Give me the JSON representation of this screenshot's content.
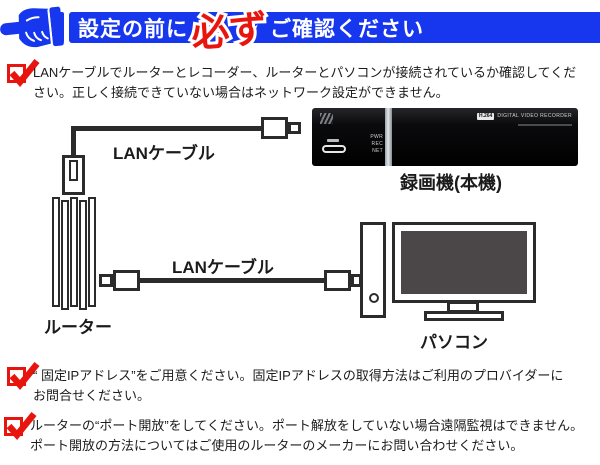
{
  "header": {
    "title_prefix": "設定の前に",
    "title_emphasis": "必ず",
    "title_suffix": "ご確認ください",
    "banner_color": "#1737ef",
    "emphasis_color": "#e8150f"
  },
  "checklist": [
    {
      "line1": "LANケーブルでルーターとレコーダー、ルーターとパソコンが接続されているか確認してくだ",
      "line2": "さい。正しく接続できていない場合はネットワーク設定ができません。"
    },
    {
      "line1": "“ 固定IPアドレス”をご用意ください。固定IPアドレスの取得方法はご利用のプロバイダーに",
      "line2": "お問合せください。"
    },
    {
      "line1": "ルーターの“ポート開放”をしてください。ポート解放をしていない場合遠隔監視はできません。",
      "line2": "ポート開放の方法についてはご使用のルーターのメーカーにお問い合わせください。"
    }
  ],
  "diagram": {
    "lan_label_top": "LANケーブル",
    "lan_label_bottom": "LANケーブル",
    "router_label": "ルーター",
    "recorder_label": "録画機(本機)",
    "pc_label": "パソコン",
    "recorder": {
      "badge": "H.264",
      "name": "DIGITAL VIDEO RECORDER",
      "leds": [
        "PWR",
        "REC",
        "NET"
      ]
    }
  }
}
